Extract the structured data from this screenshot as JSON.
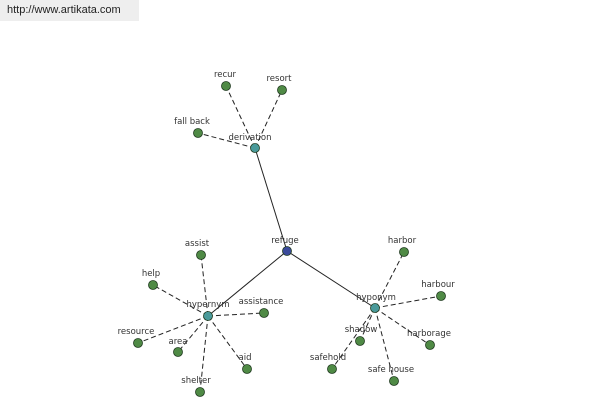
{
  "banner": {
    "url": "http://www.artikata.com"
  },
  "colors": {
    "root": "#3a4a9a",
    "relation": "#4a9a9a",
    "leaf": "#4f8a45",
    "edge": "#222222"
  },
  "graph": {
    "root": {
      "label": "refuge"
    },
    "relations": [
      {
        "id": "derivation",
        "label": "derivation",
        "words": [
          "recur",
          "resort",
          "fall back"
        ]
      },
      {
        "id": "hypernym",
        "label": "hypernym",
        "words": [
          "assist",
          "help",
          "assistance",
          "resource",
          "area",
          "aid",
          "shelter"
        ]
      },
      {
        "id": "hyponym",
        "label": "hyponym",
        "words": [
          "harbor",
          "harbour",
          "shadow",
          "harborage",
          "safehold",
          "safe house"
        ]
      }
    ]
  }
}
